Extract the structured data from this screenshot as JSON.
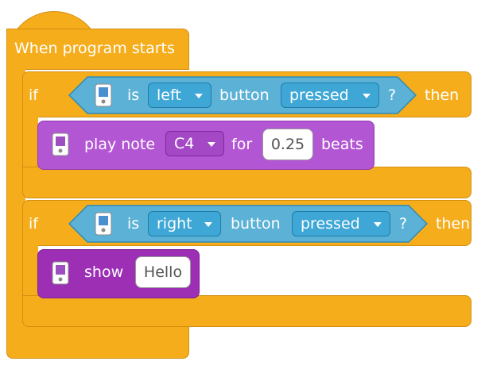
{
  "hat": {
    "label": "When program starts"
  },
  "if_blocks": [
    {
      "if_label": "if",
      "then_label": "then",
      "condition": {
        "is_label": "is",
        "button_option": "left",
        "button_label": "button",
        "state_option": "pressed",
        "question": "?"
      }
    },
    {
      "if_label": "if",
      "then_label": "then",
      "condition": {
        "is_label": "is",
        "button_option": "right",
        "button_label": "button",
        "state_option": "pressed",
        "question": "?"
      }
    }
  ],
  "play_note": {
    "prefix": "play note",
    "note_option": "C4",
    "for_label": "for",
    "duration_value": "0.25",
    "suffix": "beats"
  },
  "show": {
    "label": "show",
    "text_value": "Hello"
  },
  "colors": {
    "events": "#f5ad1c",
    "sensing": "#5cb1d6",
    "looks": "#b356d3",
    "looks_dark": "#9d2fb5"
  },
  "icons": {
    "hub": "hub-icon"
  }
}
